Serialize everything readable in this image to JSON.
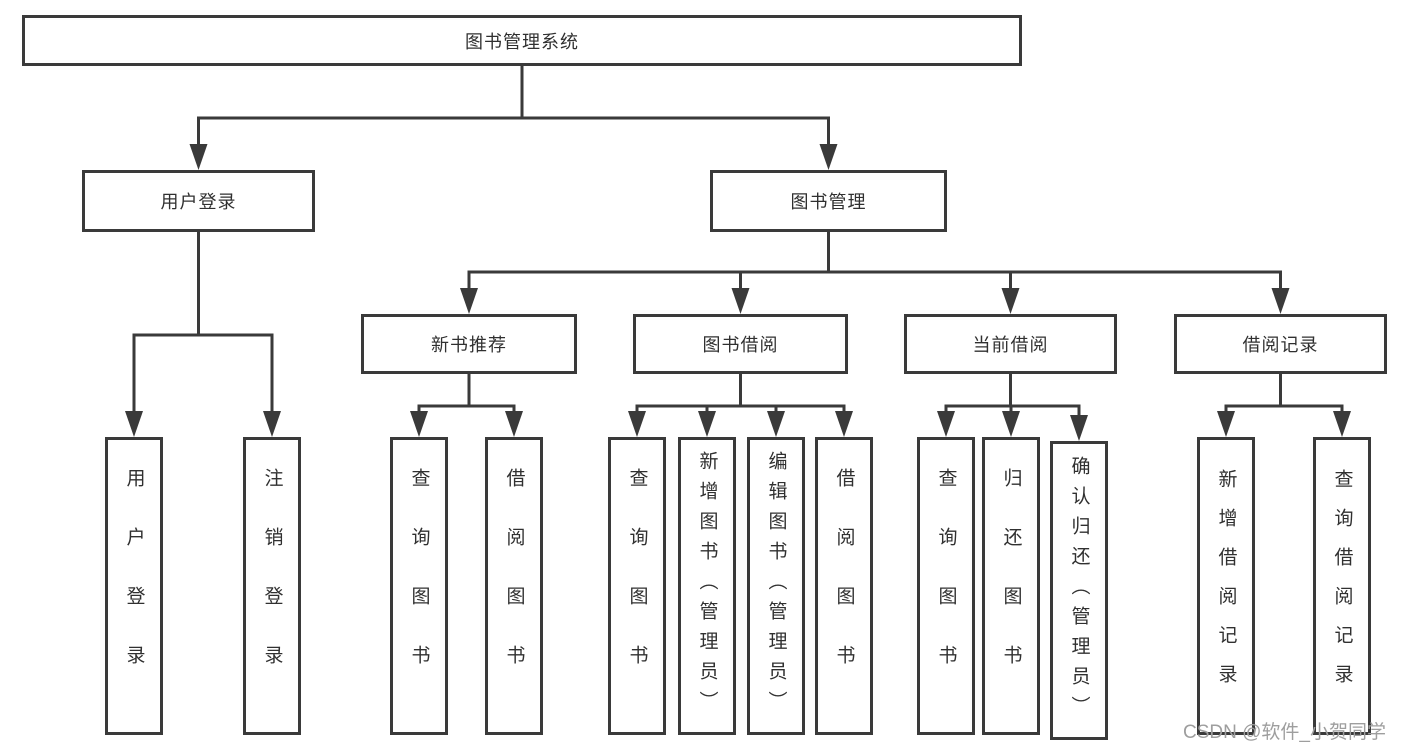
{
  "tree": {
    "label": "图书管理系统",
    "children": [
      {
        "label": "用户登录",
        "children": [
          {
            "label": "用户登录"
          },
          {
            "label": "注销登录"
          }
        ]
      },
      {
        "label": "图书管理",
        "children": [
          {
            "label": "新书推荐",
            "children": [
              {
                "label": "查询图书"
              },
              {
                "label": "借阅图书"
              }
            ]
          },
          {
            "label": "图书借阅",
            "children": [
              {
                "label": "查询图书"
              },
              {
                "label": "新增图书（管理员）"
              },
              {
                "label": "编辑图书（管理员）"
              },
              {
                "label": "借阅图书"
              }
            ]
          },
          {
            "label": "当前借阅",
            "children": [
              {
                "label": "查询图书"
              },
              {
                "label": "归还图书"
              },
              {
                "label": "确认归还（管理员）"
              }
            ]
          },
          {
            "label": "借阅记录",
            "children": [
              {
                "label": "新增借阅记录"
              },
              {
                "label": "查询借阅记录"
              }
            ]
          }
        ]
      }
    ]
  },
  "watermark": {
    "text": "CSDN @软件_小贺同学"
  },
  "colors": {
    "line": "#3a3a3a",
    "text": "#303030",
    "watermark": "#9e9e9e",
    "background": "#ffffff"
  }
}
